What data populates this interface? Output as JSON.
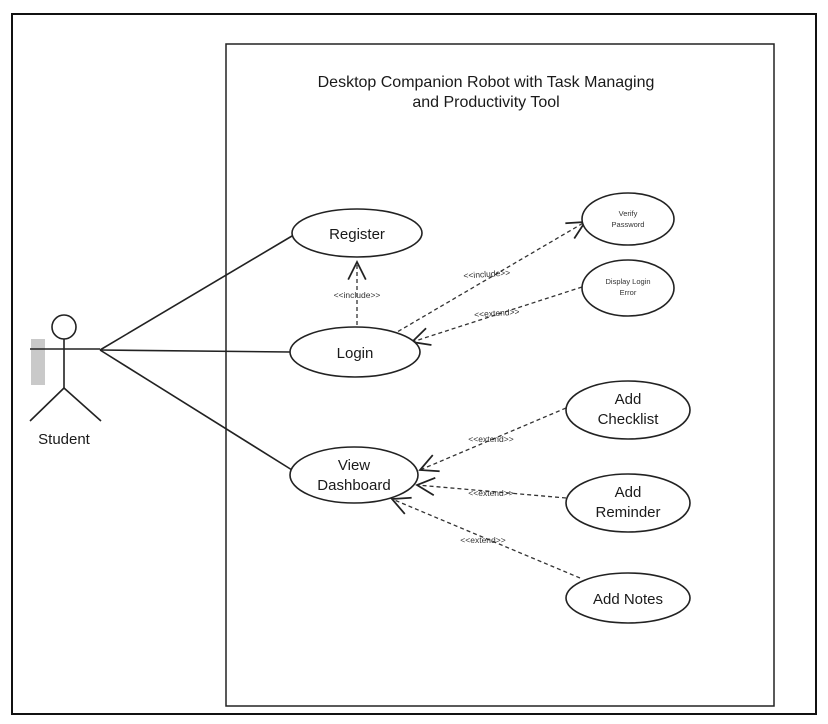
{
  "diagram": {
    "title_line1": "Desktop Companion Robot with Task Managing",
    "title_line2": "and Productivity Tool",
    "actor": {
      "label": "Student"
    },
    "use_cases": {
      "register": "Register",
      "login": "Login",
      "verify_password": [
        "Verify",
        "Password"
      ],
      "display_login_error": [
        "Display Login",
        "Error"
      ],
      "view_dashboard": [
        "View",
        "Dashboard"
      ],
      "add_checklist": [
        "Add",
        "Checklist"
      ],
      "add_reminder": [
        "Add",
        "Reminder"
      ],
      "add_notes": "Add Notes"
    },
    "relationships": {
      "login_register": "<<include>>",
      "login_verify": "<<include>>",
      "login_error": "<<extend>>",
      "dashboard_checklist": "<<extend>>",
      "dashboard_reminder": "<<extend>>",
      "dashboard_notes": "<<extend>>"
    }
  }
}
